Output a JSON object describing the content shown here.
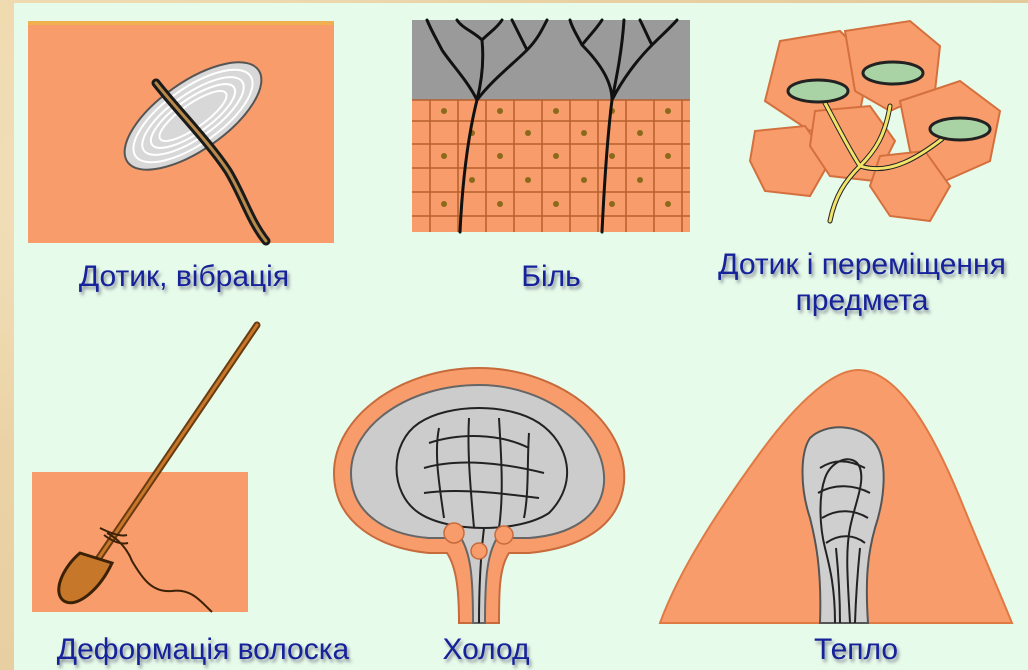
{
  "labels": {
    "touch_vibration": "Дотик, вібрація",
    "pain": "Біль",
    "touch_movement_line1": "Дотик і переміщення",
    "touch_movement_line2": "предмета",
    "hair_deformation": "Деформація волоска",
    "cold": "Холод",
    "warmth": "Тепло"
  },
  "colors": {
    "panel_background": "#e7fbea",
    "tissue_orange": "#f89c6b",
    "label_text": "#16229a",
    "frame_background": "#e9d2a4"
  }
}
